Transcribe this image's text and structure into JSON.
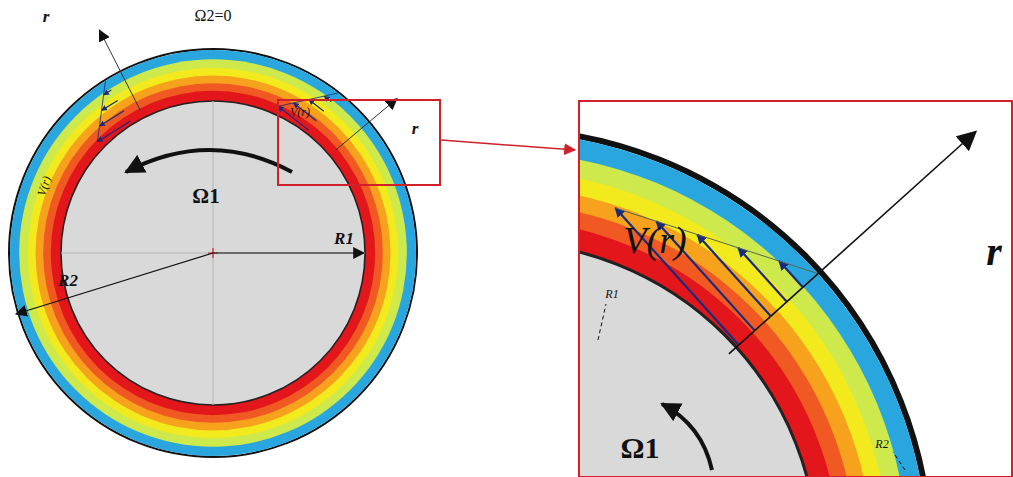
{
  "diagram": {
    "labels": [
      "Ω2=0",
      "r",
      "V(r)",
      "V(r)",
      "Ω1",
      "r",
      "R1",
      "R2",
      "V(r)",
      "r",
      "R1",
      "Ω1",
      "R2"
    ]
  }
}
